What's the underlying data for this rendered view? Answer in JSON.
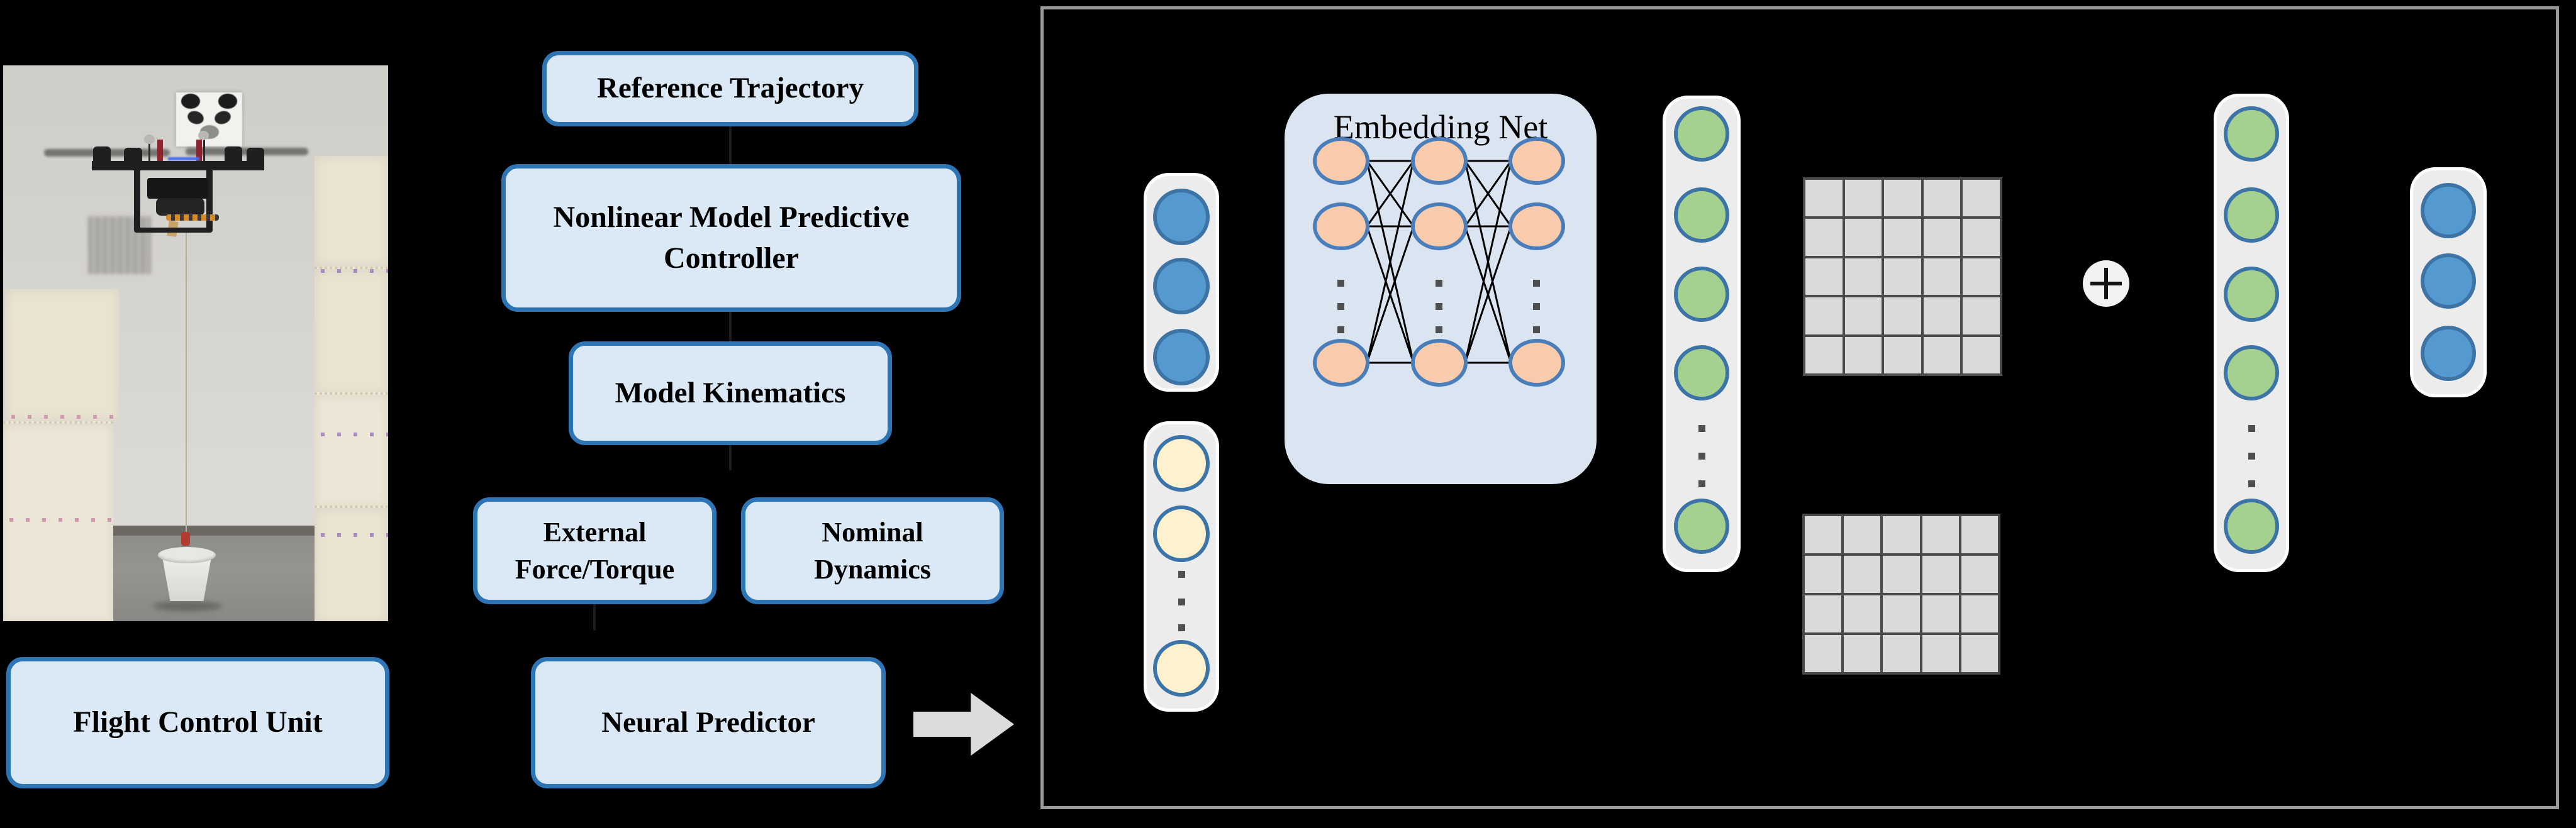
{
  "flowchart": {
    "box_fill": "#dbe9f6",
    "box_border": "#2e75b6",
    "text_color": "#000000",
    "boxes": [
      {
        "id": "reference-trajectory",
        "label": "Reference Trajectory"
      },
      {
        "id": "nmpc",
        "label": "Nonlinear Model Predictive Controller"
      },
      {
        "id": "model-kinematics",
        "label": "Model Kinematics"
      },
      {
        "id": "external-force-torque",
        "label": "External Force/Torque"
      },
      {
        "id": "nominal-dynamics",
        "label": "Nominal Dynamics"
      },
      {
        "id": "flight-control-unit",
        "label": "Flight Control Unit"
      },
      {
        "id": "neural-predictor",
        "label": "Neural Predictor"
      }
    ]
  },
  "panel": {
    "border_color": "#9a9a9a",
    "embedding": {
      "title": "Embedding Net",
      "bg": "#dbe5f2",
      "columns": 3,
      "visible_nodes_per_column": 3,
      "has_dots": true
    },
    "palettes": {
      "blue": {
        "fill": "#549ad0",
        "stroke": "#3e73a6"
      },
      "cream": {
        "fill": "#fdf2cd",
        "stroke": "#3a74a8"
      },
      "green": {
        "fill": "#a5d190",
        "stroke": "#3c74a8"
      },
      "orange": {
        "fill": "#f8cbad",
        "stroke": "#4a7ebb"
      }
    },
    "node_columns": [
      {
        "name": "input-top-vector",
        "palette": "blue",
        "visible_nodes": 3,
        "dots": false
      },
      {
        "name": "input-bottom-vector",
        "palette": "cream",
        "visible_nodes": 3,
        "dots": true
      },
      {
        "name": "feature-vector-left",
        "palette": "green",
        "visible_nodes": 5,
        "dots": true
      },
      {
        "name": "feature-vector-right",
        "palette": "green",
        "visible_nodes": 5,
        "dots": true
      },
      {
        "name": "output-vector",
        "palette": "blue",
        "visible_nodes": 3,
        "dots": false
      }
    ],
    "grids": [
      {
        "name": "matrix-top",
        "rows": 5,
        "cols": 5
      },
      {
        "name": "matrix-bottom",
        "rows": 4,
        "cols": 5
      }
    ],
    "grid_cell_fill": "#dadada",
    "grid_line_color": "#4a4a4a",
    "plus_icon": {
      "glyph": "+",
      "bg": "#f2f2f2",
      "color": "#000000"
    }
  },
  "photo": {
    "description": "Quadcopter hovering indoors above a cable-suspended bucket payload, foam mats stacked on both sides, panda poster on wall"
  },
  "icons": {
    "block_arrow": "right-block-arrow"
  }
}
